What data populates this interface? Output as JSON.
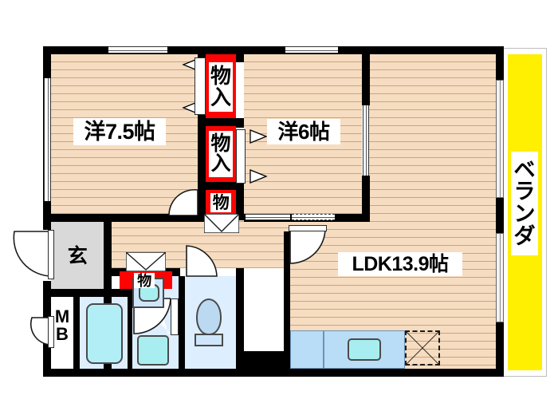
{
  "plan": {
    "type": "japanese-apartment-floor-plan",
    "layout_name": "2LDK",
    "colors": {
      "floor": "#f6dcc0",
      "floor_line": "#c9a582",
      "wall": "#000000",
      "closet_red": "#fc0404",
      "veranda_yellow": "#ffef00",
      "genkan_gray": "#d9d9d9",
      "water_area": "#ddeeff",
      "counter_blue": "#b9dcf7",
      "fixture_cyan": "#a8eef0",
      "background": "#ffffff"
    },
    "rooms": [
      {
        "id": "washitsu-left",
        "label": "洋7.5帖",
        "type": "western-room",
        "size_jo": 7.5
      },
      {
        "id": "washitsu-right",
        "label": "洋6帖",
        "type": "western-room",
        "size_jo": 6
      },
      {
        "id": "ldk",
        "label": "LDK13.9帖",
        "type": "living-dining-kitchen",
        "size_jo": 13.9
      },
      {
        "id": "genkan",
        "label": "玄",
        "type": "entrance"
      },
      {
        "id": "veranda",
        "label": "ベランダ",
        "type": "balcony"
      },
      {
        "id": "meter-box",
        "label": "MB",
        "type": "meter-box"
      }
    ],
    "closets": [
      {
        "id": "closet-top",
        "label": "物入",
        "type": "storage"
      },
      {
        "id": "closet-middle",
        "label": "物入",
        "type": "storage"
      },
      {
        "id": "closet-lower",
        "label": "物",
        "type": "storage"
      },
      {
        "id": "closet-hall",
        "label": "物",
        "type": "storage"
      }
    ],
    "fixtures": [
      {
        "id": "bathtub",
        "name": "bathtub"
      },
      {
        "id": "washbasin",
        "name": "washbasin"
      },
      {
        "id": "toilet",
        "name": "toilet"
      },
      {
        "id": "washer",
        "name": "washing-machine-space"
      },
      {
        "id": "kitchen-sink",
        "name": "kitchen-sink"
      },
      {
        "id": "fridge-space",
        "name": "refrigerator-space"
      }
    ],
    "labels": {
      "room_left": "洋7.5帖",
      "room_right": "洋6帖",
      "ldk": "LDK13.9帖",
      "genkan": "玄",
      "meter_box_line1": "M",
      "meter_box_line2": "B",
      "veranda": "ベランダ",
      "closet_top": "物入",
      "closet_middle": "物入",
      "closet_lower": "物",
      "closet_hall": "物"
    }
  }
}
